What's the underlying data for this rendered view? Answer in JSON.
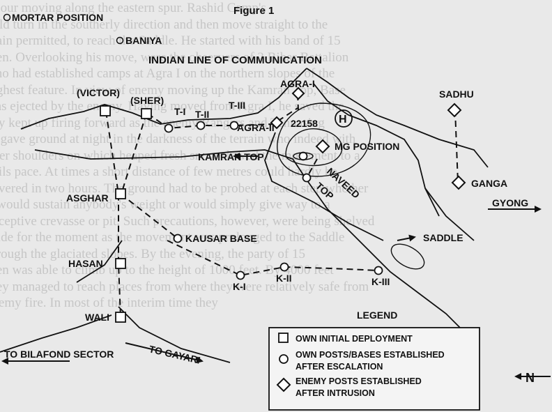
{
  "background_text": [
    "of our moving along the eastern spur. Rashid Camp's",
    "ould turn in the southerly direction and then move straight to the",
    "erain permitted, to reach the Saddle. He started with his band of 15",
    "men. Overlooking his move, were the observers of 2 Bihar Battalion",
    "who had established camps at Agra I on the northern slopes of the",
    "highest feature. In view of enemy moving up the Kamran Top, Base",
    "was ejected by the enemy. Having moved from Agra I, he saved the",
    "day kept up firing forward as the enemy Rangers and Tennasing",
    "ry gave ground at night in the darkness of the terrain who indeed with",
    "over shoulders on which heaped fresh snow slowed the movement to a",
    "nails pace. At times a short distance of few metres could hardly be",
    "covered in two hours. The ground had to be probed at each step whether",
    "it would sustain anybody's weight or would simply give way to a",
    "deceptive crevasse or pit. Such precautions, however, were being shelved",
    "aside for the moment as the movement was prolonged to the Saddle",
    "through the glaciated slopes. By the evening, the party of 15",
    "men was able to climb up to the height of 1000 feet. By 4000 feet",
    "they managed to reach places from where they were relatively safe from",
    "enemy fire. In most of the interim time they"
  ],
  "figure_title": "Figure 1",
  "labels": {
    "mortar_position": "MORTAR POSITION",
    "baniya": "BANIYA",
    "indian_line": "INDIAN LINE OF COMMUNICATION",
    "victor": "(VICTOR)",
    "sher": "(SHER)",
    "t1": "T-I",
    "t2": "T-II",
    "t3": "T-III",
    "agra1": "AGRA-I",
    "agra2": "AGRA-II",
    "height": "22158",
    "helipad": "H",
    "sadhu": "SADHU",
    "mg_position": "MG POSITION",
    "kamran_top": "KAMRAN TOP",
    "naveed_top_1": "NAVEED",
    "naveed_top_2": "TOP",
    "ganga": "GANGA",
    "gyong": "GYONG",
    "asghar": "ASGHAR",
    "kausar_base": "KAUSAR BASE",
    "saddle": "SADDLE",
    "hasan": "HASAN",
    "k1": "K-I",
    "k2": "K-II",
    "k3": "K-III",
    "wali": "WALI",
    "legend": "LEGEND",
    "to_gayari": "TO GAYARI",
    "to_bilafond": "TO BILAFOND SECTOR",
    "north": "N"
  },
  "legend": {
    "own_initial": "OWN INITIAL DEPLOYMENT",
    "own_posts_1": "OWN POSTS/BASES ESTABLISHED",
    "own_posts_2": "AFTER ESCALATION",
    "enemy_posts_1": "ENEMY POSTS ESTABLISHED",
    "enemy_posts_2": "AFTER INTRUSION"
  }
}
